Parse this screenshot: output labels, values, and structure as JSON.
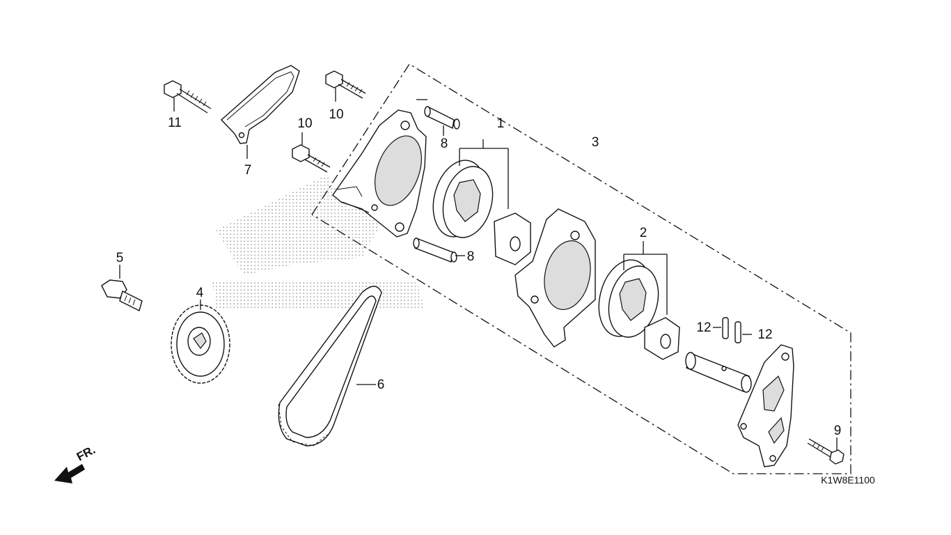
{
  "diagram": {
    "code": "K1W8E1100",
    "front_label": "FR.",
    "watermark_icon": "honda-wing-logo",
    "labels": {
      "p1": "1",
      "p2": "2",
      "p3": "3",
      "p4": "4",
      "p5": "5",
      "p6": "6",
      "p7": "7",
      "p8a": "8",
      "p8b": "8",
      "p9": "9",
      "p10a": "10",
      "p10b": "10",
      "p11": "11",
      "p12a": "12",
      "p12b": "12"
    }
  }
}
